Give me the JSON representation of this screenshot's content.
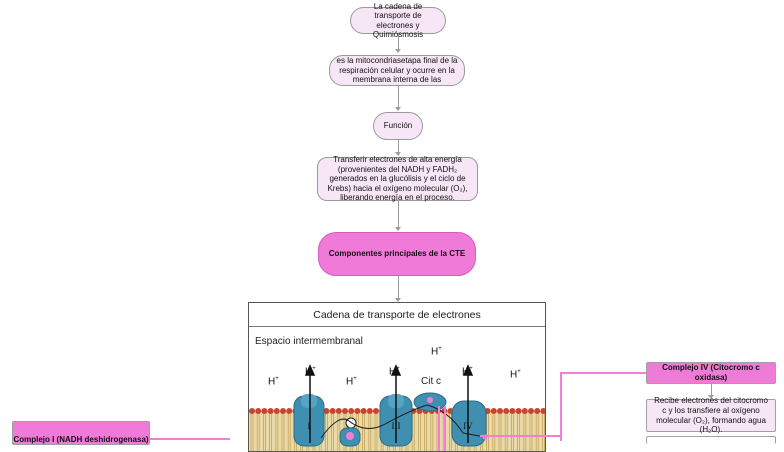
{
  "nodes": {
    "title": "La cadena de transporte de electrones y Quimiósmosis",
    "description": "es la mitocondriasetapa final de la respiración celular y ocurre en la membrana interna de las",
    "function": "Función",
    "function_detail": "Transferir electrones de alta energía (provenientes del NADH y FADH₂ generados en la glucólisis y el ciclo de Krebs) hacia el oxígeno molecular (O₂), liberando energía en el proceso.",
    "components": "Componentes principales de la CTE"
  },
  "figure": {
    "title": "Cadena de transporte de electrones",
    "subtitle": "Espacio intermembranal",
    "cit_label": "Cit c",
    "complex_labels": [
      "I",
      "III",
      "IV"
    ]
  },
  "side": {
    "complex_iv_title": "Complejo IV (Citocromo c oxidasa)",
    "complex_iv_text": "Recibe electrones del citocromo c y los transfiere al oxígeno molecular (O₂), formando agua (H₂O).",
    "complex_i_title": "Complejo I (NADH deshidrogenasa)"
  },
  "colors": {
    "accent_pink": "#f07ad8",
    "light_pink": "#f6e6f6",
    "connector": "#f27ed9",
    "protein": "#3f8fb0",
    "membrane_head": "#c8442f"
  }
}
